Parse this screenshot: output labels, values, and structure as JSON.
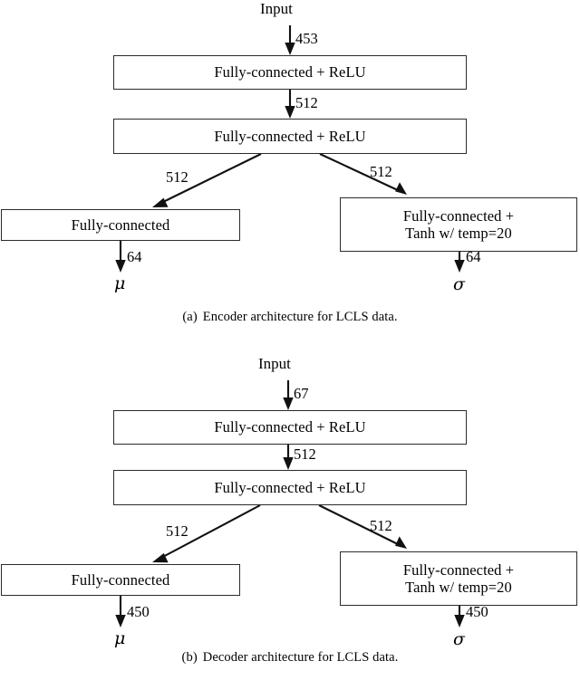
{
  "figures": [
    {
      "id": "encoder",
      "input_label": "Input",
      "caption_tag": "(a)",
      "caption_text": "Encoder architecture for LCLS data.",
      "nodes": {
        "fc1": "Fully-connected + ReLU",
        "fc2": "Fully-connected + ReLU",
        "mu_branch": "Fully-connected",
        "sigma_branch": "Fully-connected +\nTanh w/ temp=20"
      },
      "edges": {
        "input_to_fc1": "453",
        "fc1_to_fc2": "512",
        "fc2_to_mu": "512",
        "fc2_to_sigma": "512",
        "mu_out": "64",
        "sigma_out": "64"
      },
      "outputs": {
        "mu": "μ",
        "sigma": "σ"
      }
    },
    {
      "id": "decoder",
      "input_label": "Input",
      "caption_tag": "(b)",
      "caption_text": "Decoder architecture for LCLS data.",
      "nodes": {
        "fc1": "Fully-connected + ReLU",
        "fc2": "Fully-connected + ReLU",
        "mu_branch": "Fully-connected",
        "sigma_branch": "Fully-connected +\nTanh w/ temp=20"
      },
      "edges": {
        "input_to_fc1": "67",
        "fc1_to_fc2": "512",
        "fc2_to_mu": "512",
        "fc2_to_sigma": "512",
        "mu_out": "450",
        "sigma_out": "450"
      },
      "outputs": {
        "mu": "μ",
        "sigma": "σ"
      }
    }
  ],
  "chart_data": {
    "type": "diagram",
    "title": "Encoder and decoder architectures for LCLS data",
    "diagrams": [
      {
        "name": "Encoder architecture for LCLS data",
        "label": "(a)",
        "layers": [
          {
            "id": "input",
            "label": "Input",
            "kind": "io"
          },
          {
            "id": "fc1",
            "label": "Fully-connected + ReLU",
            "kind": "dense"
          },
          {
            "id": "fc2",
            "label": "Fully-connected + ReLU",
            "kind": "dense"
          },
          {
            "id": "mu_branch",
            "label": "Fully-connected",
            "kind": "dense"
          },
          {
            "id": "sigma_branch",
            "label": "Fully-connected + Tanh w/ temp=20",
            "kind": "dense"
          },
          {
            "id": "mu_out",
            "label": "μ",
            "kind": "io"
          },
          {
            "id": "sigma_out",
            "label": "σ",
            "kind": "io"
          }
        ],
        "connections": [
          {
            "from": "input",
            "to": "fc1",
            "dim": 453
          },
          {
            "from": "fc1",
            "to": "fc2",
            "dim": 512
          },
          {
            "from": "fc2",
            "to": "mu_branch",
            "dim": 512
          },
          {
            "from": "fc2",
            "to": "sigma_branch",
            "dim": 512
          },
          {
            "from": "mu_branch",
            "to": "mu_out",
            "dim": 64
          },
          {
            "from": "sigma_branch",
            "to": "sigma_out",
            "dim": 64
          }
        ]
      },
      {
        "name": "Decoder architecture for LCLS data",
        "label": "(b)",
        "layers": [
          {
            "id": "input",
            "label": "Input",
            "kind": "io"
          },
          {
            "id": "fc1",
            "label": "Fully-connected + ReLU",
            "kind": "dense"
          },
          {
            "id": "fc2",
            "label": "Fully-connected + ReLU",
            "kind": "dense"
          },
          {
            "id": "mu_branch",
            "label": "Fully-connected",
            "kind": "dense"
          },
          {
            "id": "sigma_branch",
            "label": "Fully-connected + Tanh w/ temp=20",
            "kind": "dense"
          },
          {
            "id": "mu_out",
            "label": "μ",
            "kind": "io"
          },
          {
            "id": "sigma_out",
            "label": "σ",
            "kind": "io"
          }
        ],
        "connections": [
          {
            "from": "input",
            "to": "fc1",
            "dim": 67
          },
          {
            "from": "fc1",
            "to": "fc2",
            "dim": 512
          },
          {
            "from": "fc2",
            "to": "mu_branch",
            "dim": 512
          },
          {
            "from": "fc2",
            "to": "sigma_branch",
            "dim": 512
          },
          {
            "from": "mu_branch",
            "to": "mu_out",
            "dim": 450
          },
          {
            "from": "sigma_branch",
            "to": "sigma_out",
            "dim": 450
          }
        ]
      }
    ]
  }
}
